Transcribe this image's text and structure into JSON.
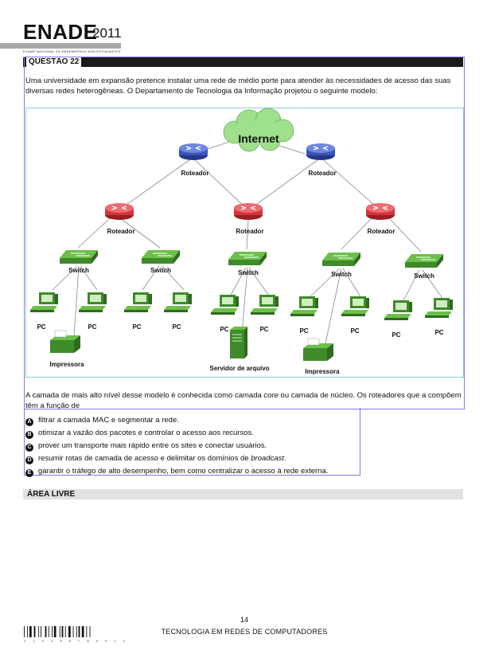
{
  "header": {
    "logo": "ENADE",
    "year": "2011",
    "tagline": "EXAME NACIONAL DE DESEMPENHO DOS ESTUDANTES"
  },
  "question": {
    "label": "QUESTÃO 22",
    "intro": "Uma universidade em expansão pretence instalar uma rede de médio porte para atender às necessidades de acesso das suas diversas redes heterogêneas. O Departamento de Tecnologia da Informação projetou o seguinte modelo:",
    "stem_pre": "A camada de mais alto nível desse modelo é conhecida como camada ",
    "stem_em": "core",
    "stem_post": " ou camada de núcleo. Os roteadores que a compõem têm a função de",
    "options": [
      {
        "letter": "A",
        "text": "filtrar a camada MAC e segmentar a rede."
      },
      {
        "letter": "B",
        "text": "otimizar a vazão dos pacotes e controlar o acesso aos recursos."
      },
      {
        "letter": "C",
        "text": "prover um transporte mais rápido entre os sites e conectar usuários."
      },
      {
        "letter": "D",
        "text_pre": "resumir rotas de camada de acesso e delimitar os domínios de ",
        "text_em": "broadcast",
        "text_post": "."
      },
      {
        "letter": "E",
        "text": "garantir o tráfego de alto desempenho, bem como centralizar o acesso à rede externa."
      }
    ]
  },
  "diagram": {
    "cloud": "Internet",
    "router": "Roteador",
    "switch": "Switch",
    "pc": "PC",
    "printer": "Impressora",
    "server": "Servidor de arquivo",
    "colors": {
      "core_router": "#3a53b8",
      "dist_router": "#d2343c",
      "switch": "#4d9a32",
      "device": "#3f8a2a",
      "cloud": "#9fe08c",
      "link": "#888888"
    }
  },
  "free_area": {
    "label": "ÁREA LIVRE"
  },
  "footer": {
    "page_number": "14",
    "course": "TECNOLOGIA EM REDES DE COMPUTADORES",
    "barcode_digits": "1 2 3 4 5 6 7 8 9 0 1 2"
  }
}
